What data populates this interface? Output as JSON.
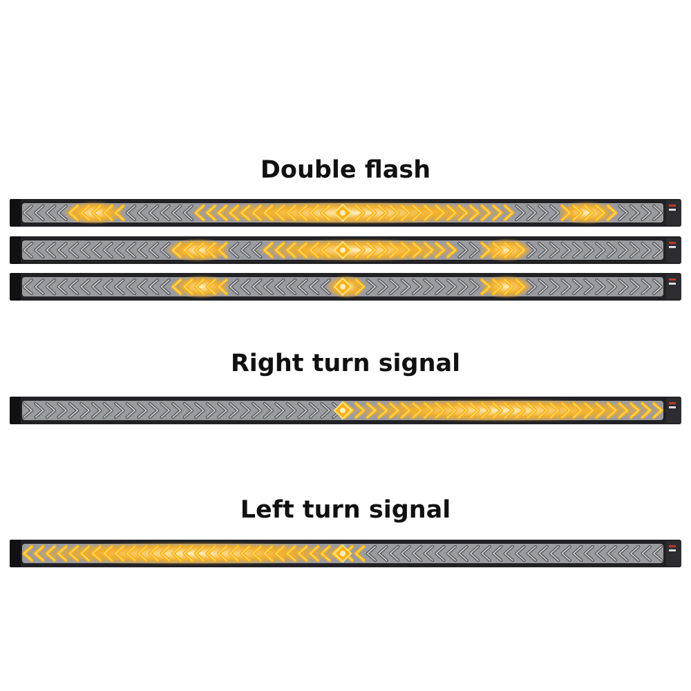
{
  "sections": {
    "double_flash": {
      "title": "Double flash"
    },
    "right_turn": {
      "title": "Right turn signal"
    },
    "left_turn": {
      "title": "Left turn signal"
    }
  },
  "colors": {
    "amber": "#ffb21a",
    "amber_core": "#ffe27a",
    "amber_glow": "#fff1c4",
    "unlit": "#5f6064",
    "unlit_light": "#d8d9dc",
    "housing": "#222226"
  },
  "strips": {
    "double_flash_1": {
      "mode": "double-flash",
      "lit_fraction_ranges": [
        [
          0.07,
          0.155
        ],
        [
          0.27,
          0.76
        ],
        [
          0.84,
          0.92
        ]
      ]
    },
    "double_flash_2": {
      "mode": "double-flash",
      "lit_fraction_ranges": [
        [
          0.23,
          0.32
        ],
        [
          0.37,
          0.68
        ],
        [
          0.72,
          0.79
        ]
      ]
    },
    "double_flash_3": {
      "mode": "double-flash",
      "lit_fraction_ranges": [
        [
          0.24,
          0.32
        ],
        [
          0.48,
          0.53
        ],
        [
          0.72,
          0.79
        ]
      ]
    },
    "right_turn": {
      "mode": "right-turn",
      "lit_fraction_ranges": [
        [
          0.5,
          1.0
        ]
      ]
    },
    "left_turn": {
      "mode": "left-turn",
      "lit_fraction_ranges": [
        [
          0.0,
          0.53
        ]
      ]
    }
  }
}
